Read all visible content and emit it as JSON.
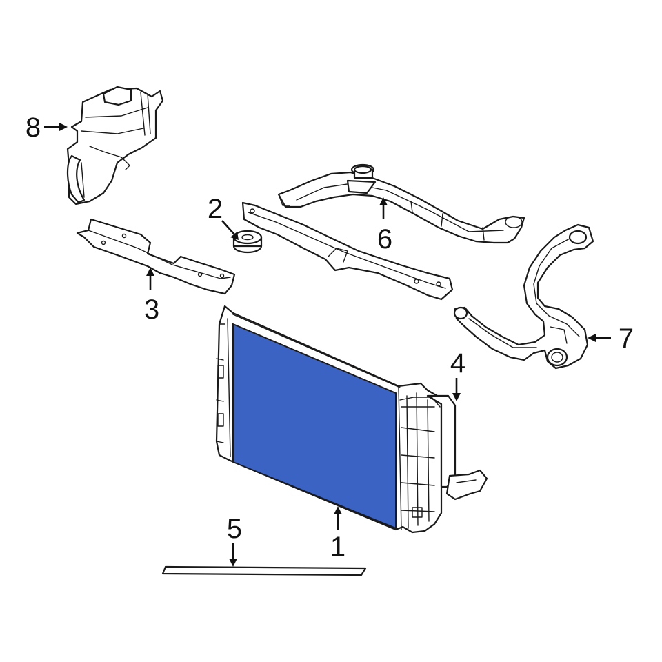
{
  "colors": {
    "highlight": "#3a63c4",
    "line": "#1a1a1a",
    "background": "#ffffff"
  },
  "callouts": {
    "c1": "1",
    "c2": "2",
    "c3": "3",
    "c4": "4",
    "c5": "5",
    "c6": "6",
    "c7": "7",
    "c8": "8"
  }
}
